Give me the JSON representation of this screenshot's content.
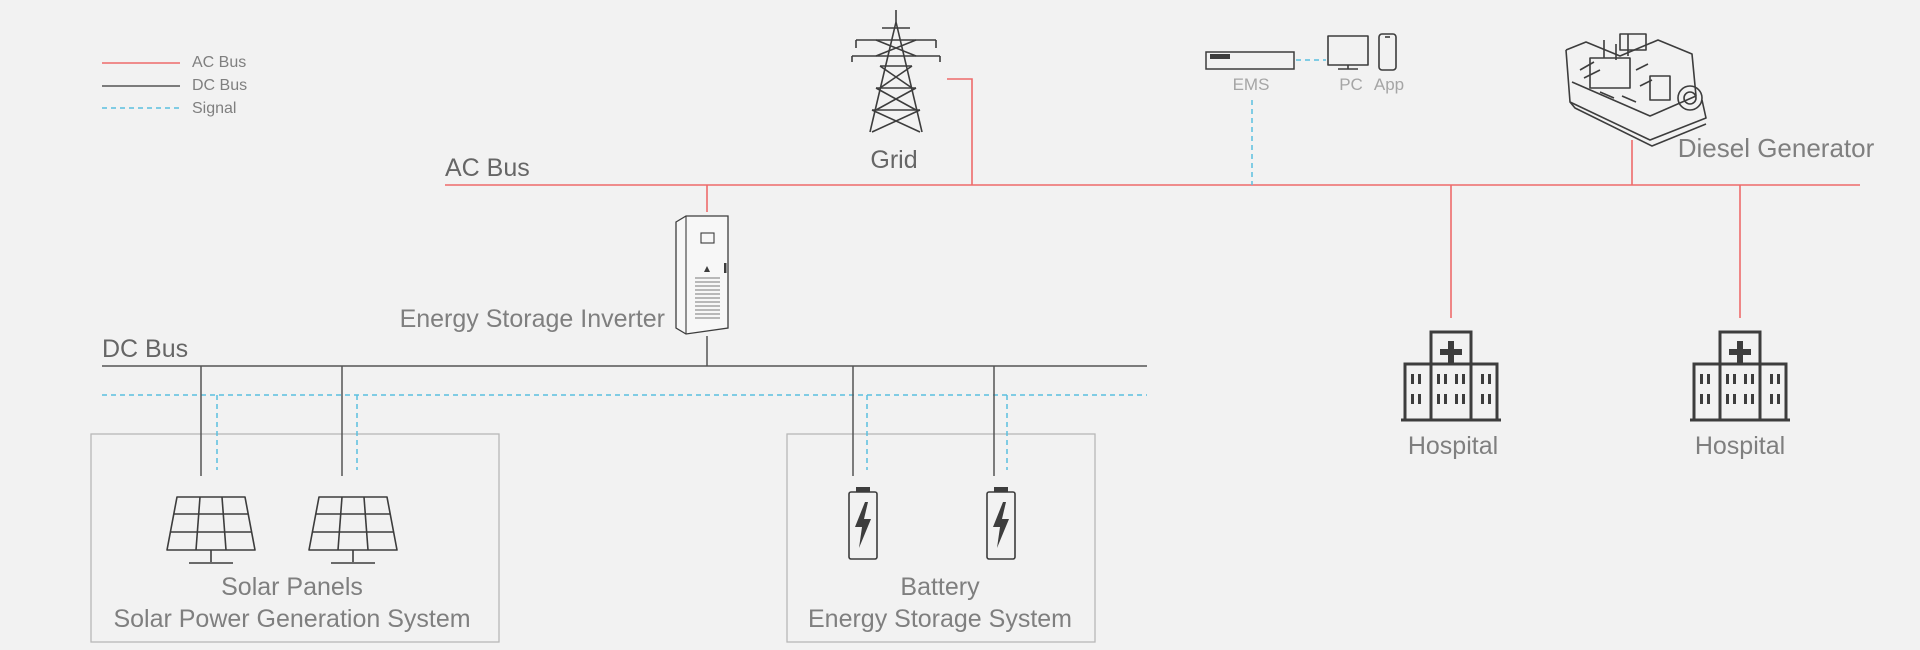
{
  "legend": {
    "ac": "AC Bus",
    "dc": "DC Bus",
    "signal": "Signal"
  },
  "colors": {
    "ac_bus": "#ee6b6b",
    "dc_bus": "#555555",
    "signal": "#5bc0e0",
    "background": "#f2f2f2"
  },
  "buses": {
    "ac": "AC Bus",
    "dc": "DC Bus"
  },
  "nodes": {
    "grid": "Grid",
    "ems": "EMS",
    "pc": "PC",
    "app": "App",
    "diesel": "Diesel Generator",
    "inverter": "Energy Storage Inverter",
    "hospital_1": "Hospital",
    "hospital_2": "Hospital"
  },
  "groups": {
    "solar": {
      "line1": "Solar Panels",
      "line2": "Solar Power Generation System"
    },
    "battery": {
      "line1": "Battery",
      "line2": "Energy Storage System"
    }
  },
  "icons": [
    "transmission-tower-icon",
    "ems-device-icon",
    "monitor-icon",
    "phone-icon",
    "diesel-generator-icon",
    "inverter-cabinet-icon",
    "solar-panel-icon",
    "battery-icon",
    "hospital-icon"
  ]
}
